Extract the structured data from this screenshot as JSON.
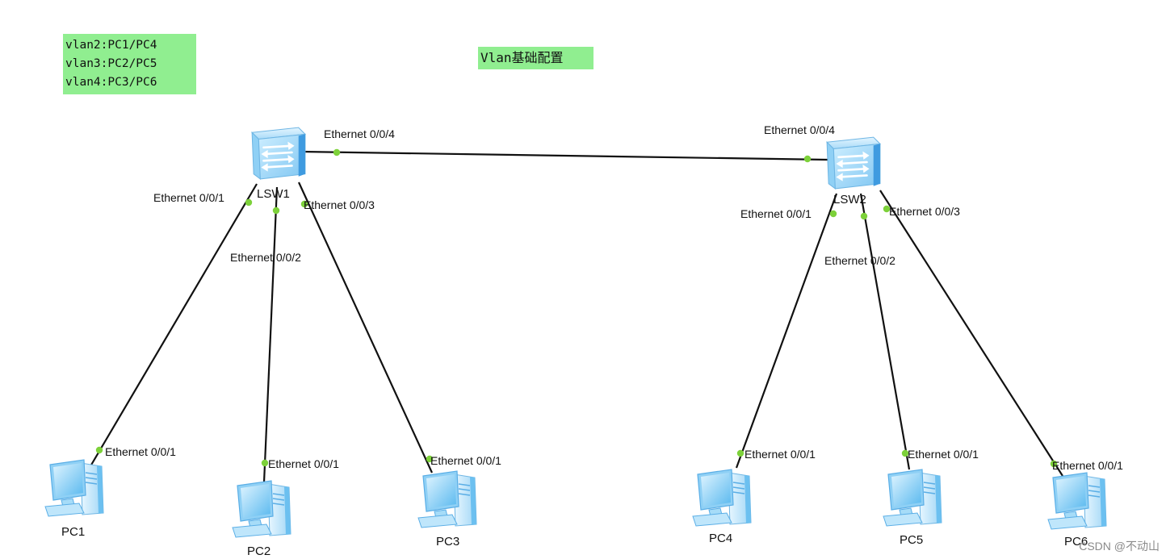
{
  "legend_lines": [
    "vlan2:PC1/PC4",
    "vlan3:PC2/PC5",
    "vlan4:PC3/PC6"
  ],
  "title": "Vlan基础配置",
  "watermark": "CSDN @不动山",
  "colors": {
    "note_bg": "#90ee90",
    "link": "#111111",
    "port_dot": "#7dd13a",
    "switch_body": "#bfe6fb",
    "switch_side": "#4aa8e8",
    "pc_screen": "#6ec8f6",
    "pc_body": "#a6dcf8"
  },
  "switches": [
    {
      "id": "LSW1",
      "label": "LSW1",
      "icon": "switch-icon"
    },
    {
      "id": "LSW2",
      "label": "LSW2",
      "icon": "switch-icon"
    }
  ],
  "pcs": [
    {
      "id": "PC1",
      "label": "PC1",
      "icon": "pc-icon"
    },
    {
      "id": "PC2",
      "label": "PC2",
      "icon": "pc-icon"
    },
    {
      "id": "PC3",
      "label": "PC3",
      "icon": "pc-icon"
    },
    {
      "id": "PC4",
      "label": "PC4",
      "icon": "pc-icon"
    },
    {
      "id": "PC5",
      "label": "PC5",
      "icon": "pc-icon"
    },
    {
      "id": "PC6",
      "label": "PC6",
      "icon": "pc-icon"
    }
  ],
  "links": [
    {
      "from": "LSW1",
      "to": "LSW2",
      "from_port": "Ethernet 0/0/4",
      "to_port": "Ethernet 0/0/4"
    },
    {
      "from": "LSW1",
      "to": "PC1",
      "from_port": "Ethernet 0/0/1",
      "to_port": "Ethernet 0/0/1"
    },
    {
      "from": "LSW1",
      "to": "PC2",
      "from_port": "Ethernet 0/0/2",
      "to_port": "Ethernet 0/0/1"
    },
    {
      "from": "LSW1",
      "to": "PC3",
      "from_port": "Ethernet 0/0/3",
      "to_port": "Ethernet 0/0/1"
    },
    {
      "from": "LSW2",
      "to": "PC4",
      "from_port": "Ethernet 0/0/1",
      "to_port": "Ethernet 0/0/1"
    },
    {
      "from": "LSW2",
      "to": "PC5",
      "from_port": "Ethernet 0/0/2",
      "to_port": "Ethernet 0/0/1"
    },
    {
      "from": "LSW2",
      "to": "PC6",
      "from_port": "Ethernet 0/0/3",
      "to_port": "Ethernet 0/0/1"
    }
  ]
}
